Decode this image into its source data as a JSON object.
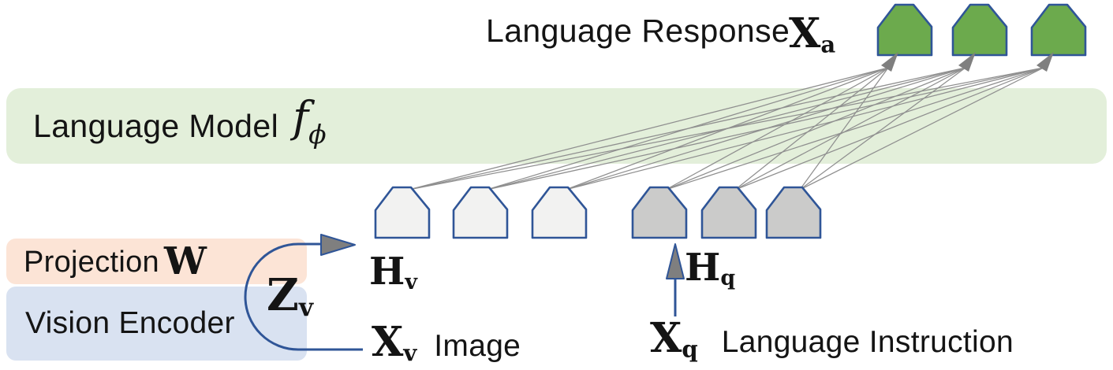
{
  "labels": {
    "language_response": "Language Response",
    "language_model": "Language Model",
    "projection": "Projection",
    "vision_encoder": "Vision Encoder",
    "image": "Image",
    "language_instruction": "Language Instruction"
  },
  "math": {
    "x_a": {
      "base": "X",
      "sub": "a"
    },
    "f_phi": {
      "base": "f",
      "sub": "ϕ"
    },
    "w": {
      "base": "W"
    },
    "z_v": {
      "base": "Z",
      "sub": "v"
    },
    "h_v": {
      "base": "H",
      "sub": "v"
    },
    "h_q": {
      "base": "H",
      "sub": "q"
    },
    "x_v": {
      "base": "X",
      "sub": "v"
    },
    "x_q": {
      "base": "X",
      "sub": "q"
    }
  },
  "tokens": {
    "response_count": 3,
    "visual_count": 3,
    "instruction_count": 3
  },
  "colors": {
    "language_model_band": "#e3efda",
    "projection_band": "#fce4d6",
    "vision_encoder_band": "#d9e2f1",
    "response_token_fill": "#6caa4d",
    "visual_token_fill": "#f2f2f1",
    "instruction_token_fill": "#cbcbca",
    "token_border": "#2f5597",
    "arrow_fill": "#7f7f7f",
    "attention_line": "#8f8f8f",
    "text": "#141414"
  }
}
